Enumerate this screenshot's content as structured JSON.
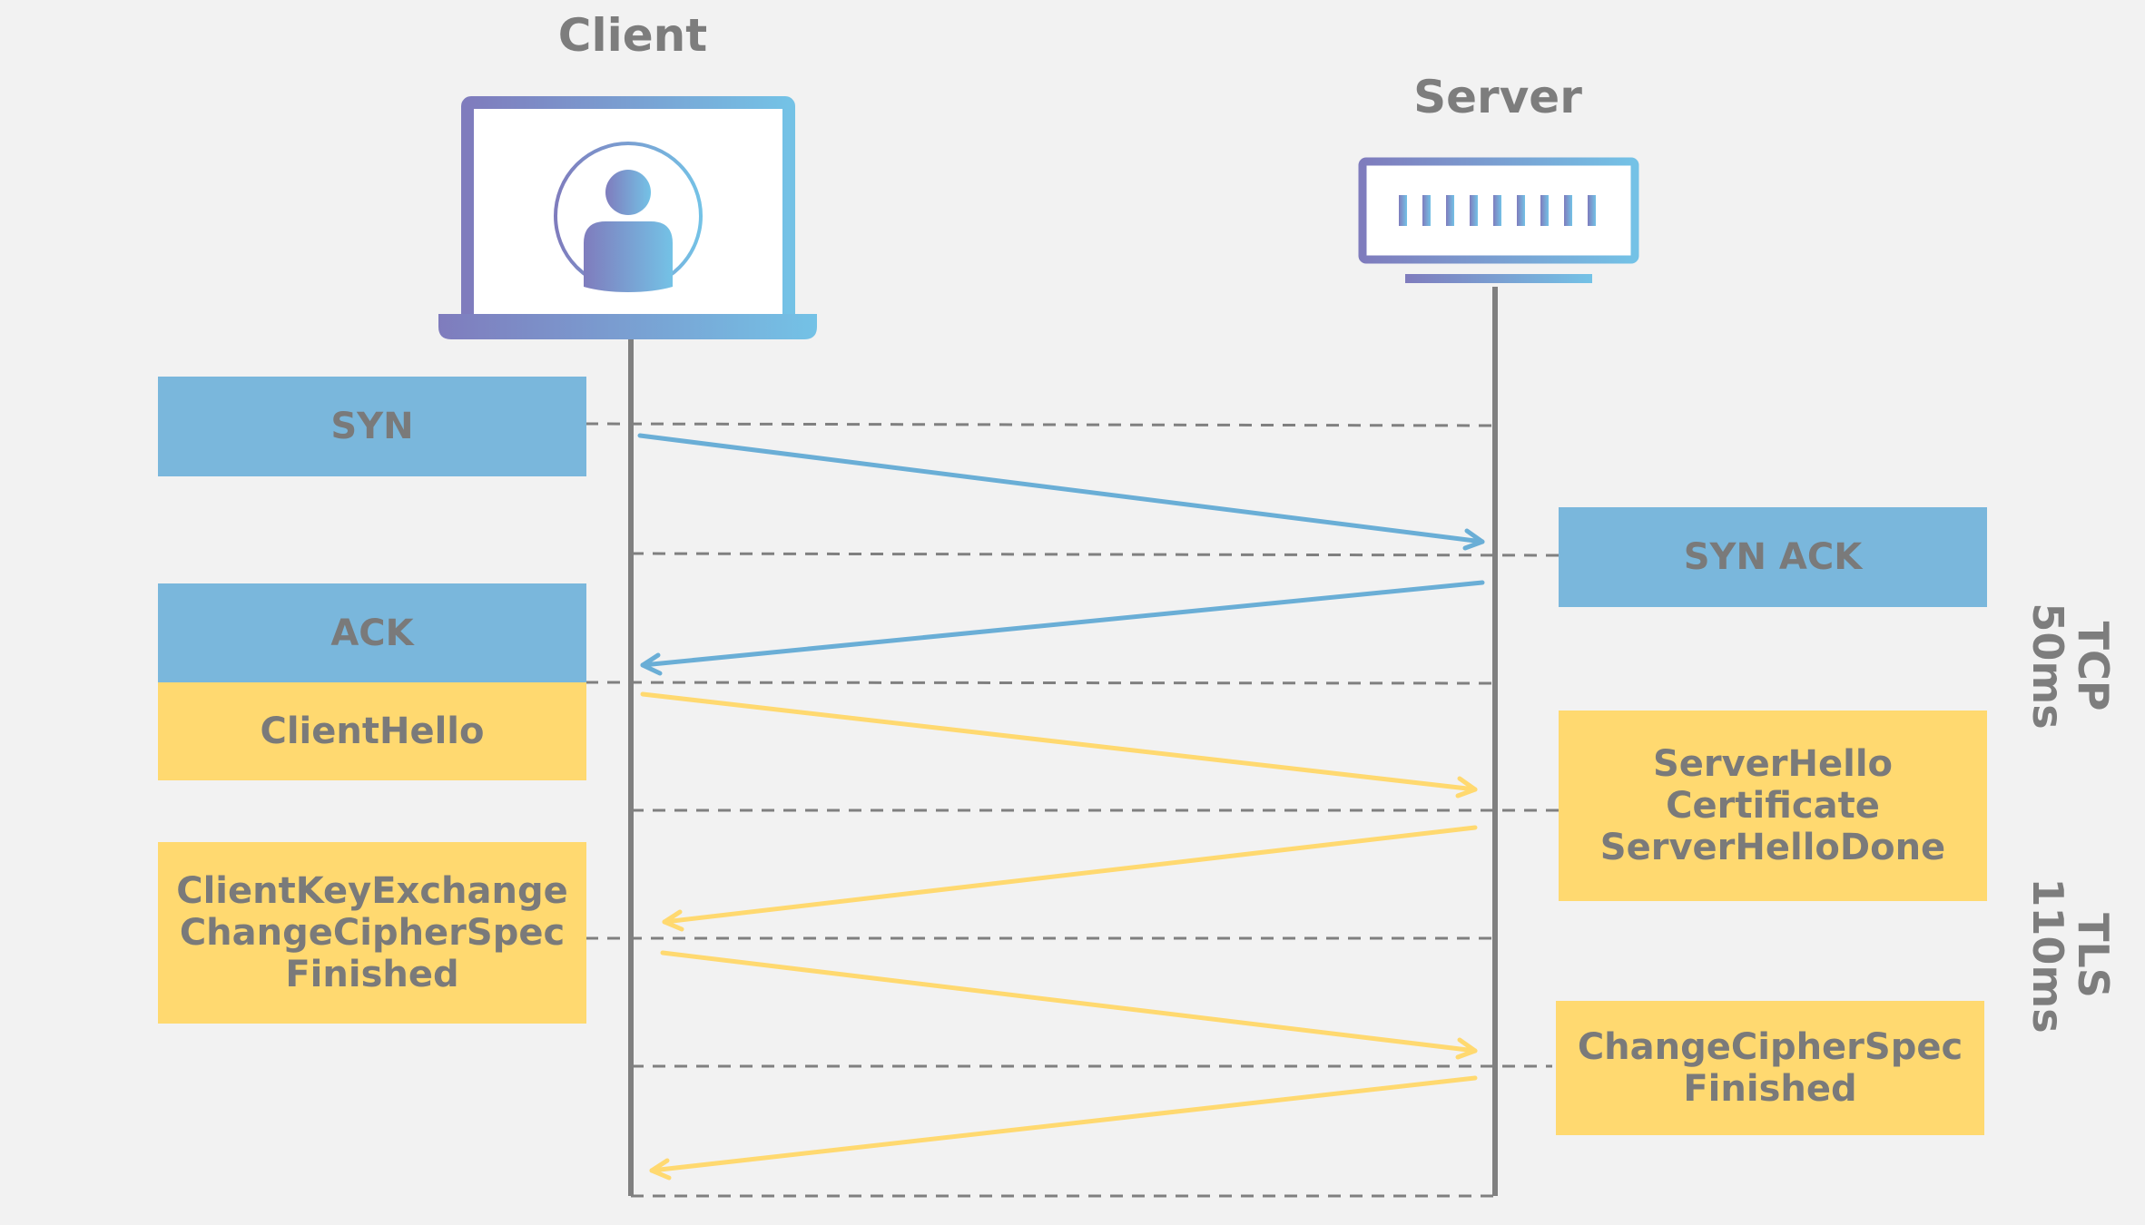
{
  "client": {
    "title": "Client"
  },
  "server": {
    "title": "Server"
  },
  "messages": {
    "syn": [
      "SYN"
    ],
    "syn_ack": [
      "SYN ACK"
    ],
    "ack": [
      "ACK"
    ],
    "client_hello": [
      "ClientHello"
    ],
    "server_hello": [
      "ServerHello",
      "Certificate",
      "ServerHelloDone"
    ],
    "client_key": [
      "ClientKeyExchange",
      "ChangeCipherSpec",
      "Finished"
    ],
    "server_finish": [
      "ChangeCipherSpec",
      "Finished"
    ]
  },
  "phases": {
    "tcp": {
      "name": "TCP",
      "duration": "50ms"
    },
    "tls": {
      "name": "TLS",
      "duration": "110ms"
    }
  },
  "colors": {
    "tcp": "#7ab7dc",
    "tls": "#ffd970",
    "gradient_start": "#7f7cbd",
    "gradient_end": "#74c2e6",
    "text": "#7d7d7d"
  }
}
